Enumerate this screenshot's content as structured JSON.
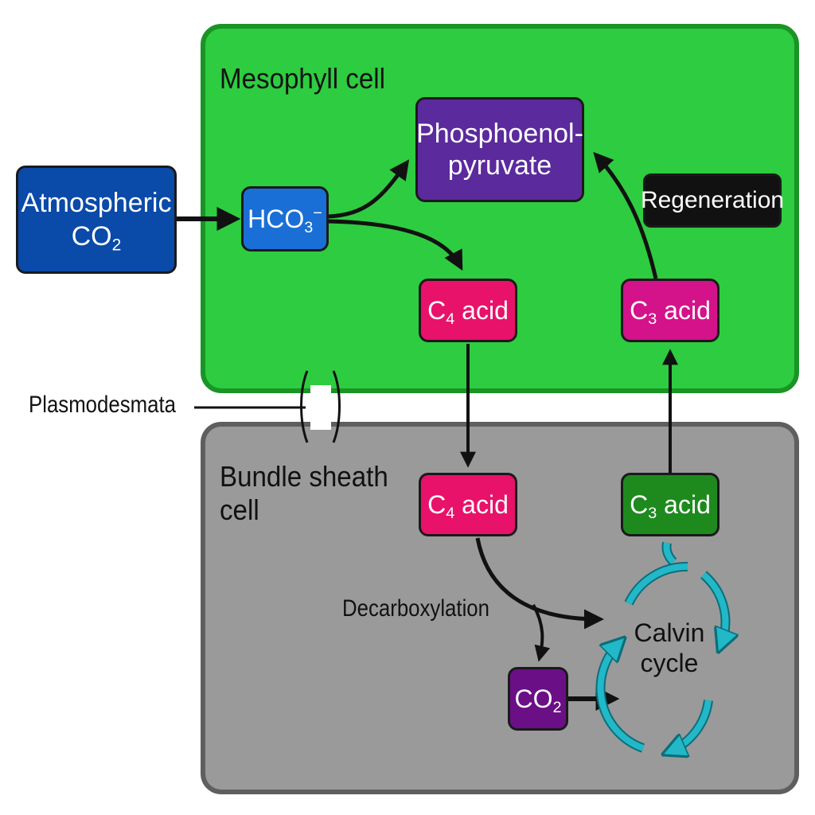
{
  "cells": {
    "mesophyll": {
      "label": "Mesophyll cell"
    },
    "bundle_sheath": {
      "label_line1": "Bundle sheath",
      "label_line2": "cell"
    }
  },
  "nodes": {
    "atmospheric_co2": {
      "line1": "Atmospheric",
      "line2_base": "CO",
      "line2_sub": "2"
    },
    "hco3": {
      "base": "HCO",
      "sub": "3",
      "sup": "−"
    },
    "pep": {
      "line1": "Phosphoenol-",
      "line2": "pyruvate"
    },
    "regeneration": {
      "label": "Regeneration"
    },
    "c4_acid_mesophyll": {
      "prefix": "C",
      "sub": "4",
      "suffix": " acid"
    },
    "c3_acid_mesophyll": {
      "prefix": "C",
      "sub": "3",
      "suffix": " acid"
    },
    "c4_acid_bundle": {
      "prefix": "C",
      "sub": "4",
      "suffix": " acid"
    },
    "c3_acid_bundle": {
      "prefix": "C",
      "sub": "3",
      "suffix": " acid"
    },
    "co2_bundle": {
      "base": "CO",
      "sub": "2"
    }
  },
  "labels": {
    "plasmodesmata": "Plasmodesmata",
    "decarboxylation": "Decarboxylation",
    "calvin_line1": "Calvin",
    "calvin_line2": "cycle"
  },
  "colors": {
    "mesophyll_fill": "#2ecc40",
    "bundle_fill": "#9a9a9a",
    "atmospheric_box": "#0a4aa8",
    "hco3_box": "#1a6fd6",
    "pep_box": "#5b2a9c",
    "acid_magenta": "#e8126a",
    "c3_mesophyll": "#d4128a",
    "c3_bundle": "#1e8a1e",
    "co2_box": "#6a0f86",
    "calvin_ring": "#22b8c8"
  }
}
